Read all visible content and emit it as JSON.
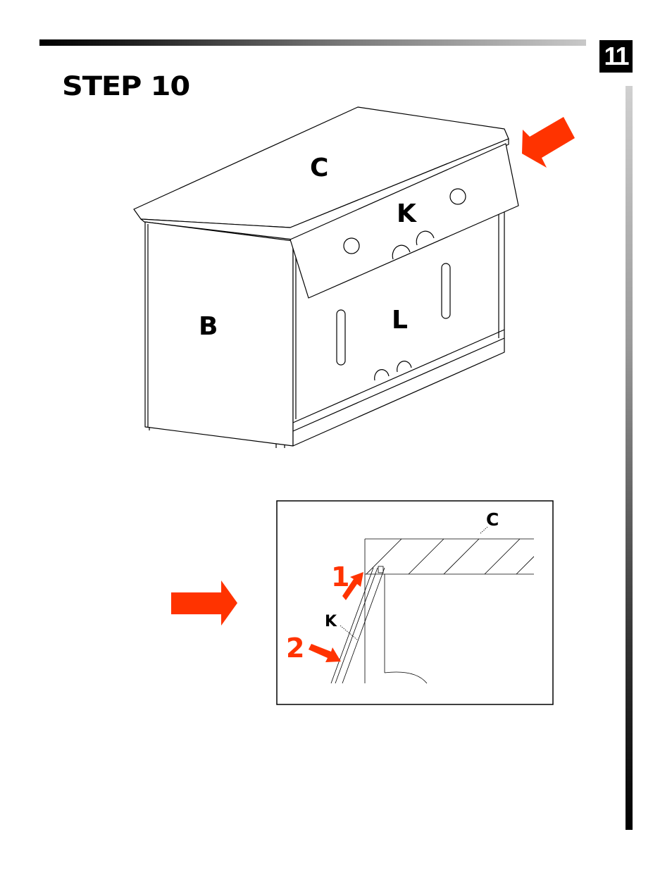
{
  "page": {
    "number": "11"
  },
  "step": {
    "title": "STEP 10"
  },
  "labels": {
    "top_panel": "C",
    "front_panel": "K",
    "lower_panel": "L",
    "side_panel": "B"
  },
  "detail": {
    "label_top": "C",
    "label_panel": "K",
    "step_one": "1",
    "step_two": "2"
  },
  "colors": {
    "arrow": "#ff3300",
    "line": "#000000"
  }
}
